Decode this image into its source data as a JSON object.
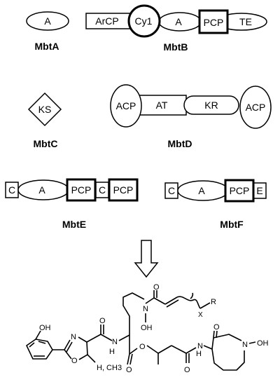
{
  "proteins": {
    "mbtA": {
      "label": "MbtA",
      "domains": [
        "A"
      ]
    },
    "mbtB": {
      "label": "MbtB",
      "domains": [
        "ArCP",
        "Cy1",
        "A",
        "PCP",
        "TE"
      ]
    },
    "mbtC": {
      "label": "MbtC",
      "domains": [
        "KS"
      ]
    },
    "mbtD": {
      "label": "MbtD",
      "domains": [
        "ACP",
        "AT",
        "KR",
        "ACP"
      ]
    },
    "mbtE": {
      "label": "MbtE",
      "domains": [
        "C",
        "A",
        "PCP",
        "C",
        "PCP"
      ]
    },
    "mbtF": {
      "label": "MbtF",
      "domains": [
        "C",
        "A",
        "PCP",
        "E"
      ]
    }
  },
  "structure": {
    "atoms": {
      "oh_phenol": "OH",
      "n_oxazoline": "N",
      "o_oxazoline": "O",
      "o_amide1": "O",
      "h_amide1": "H",
      "n_amide1": "N",
      "o_ester_carbonyl": "O",
      "o_ester": "O",
      "o_ketone": "O",
      "h_amide2": "H",
      "n_amide2": "N",
      "o_lactam": "O",
      "n_lactam": "N",
      "oh_lactam": "OH",
      "o_acyl": "O",
      "n_hydroxamate": "N",
      "oh_hydroxamate": "OH",
      "r_group": "R",
      "x_subscript": "X",
      "h_ch3": "H, CH3"
    }
  }
}
